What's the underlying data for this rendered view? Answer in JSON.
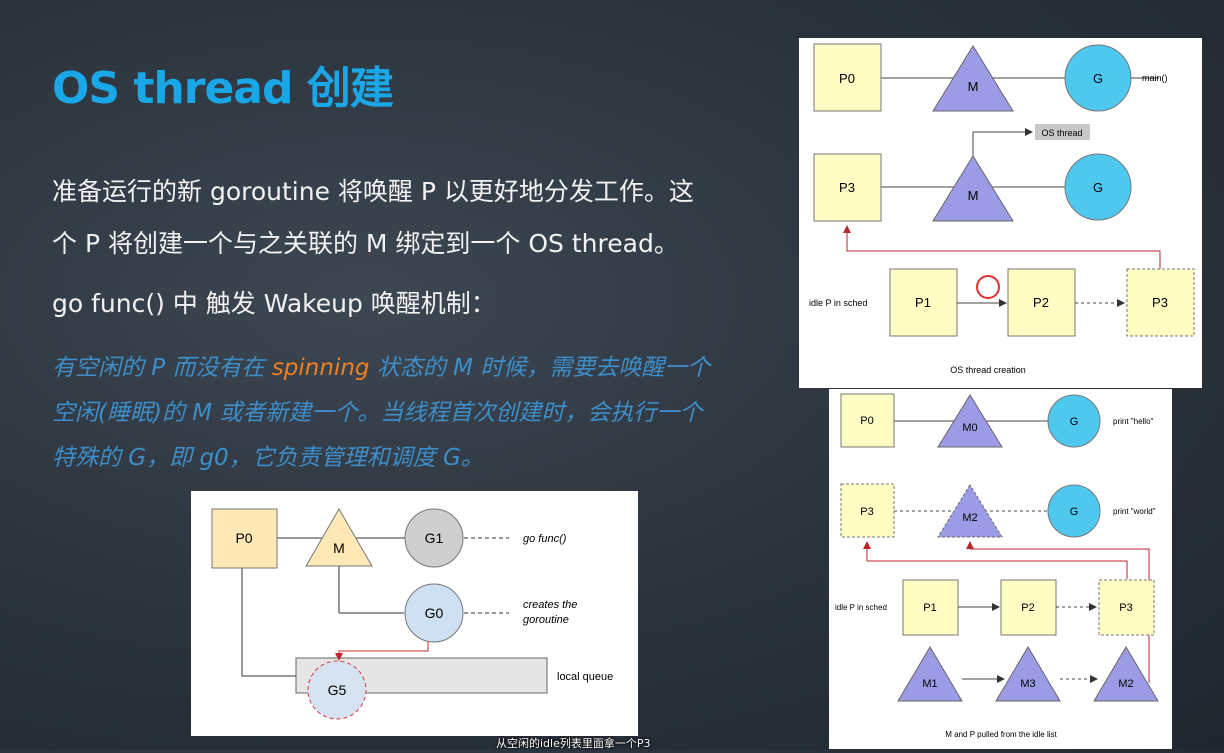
{
  "slide": {
    "title": "OS thread 创建",
    "line1": "准备运行的新 goroutine 将唤醒 P 以更好地分发工作。这",
    "line2": "个 P 将创建一个与之关联的 M 绑定到一个 OS thread。",
    "line3": "go func() 中 触发 Wakeup 唤醒机制：",
    "note_a": "有空闲的 P 而没有在 ",
    "note_spin": "spinning",
    "note_b": " 状态的 M 时候，需要去唤醒一个",
    "note_line2": "空闲(睡眠)的 M 或者新建一个。当线程首次创建时，会执行一个",
    "note_line3": "特殊的 G，即 g0，它负责管理和调度 G。",
    "subtitle": "从空闲的idle列表里面拿一个P3"
  },
  "colors": {
    "title": "#1aa7e8",
    "italic_note": "#3d8ec9",
    "spinning": "#f07f1f",
    "p_box": "#fffcc4",
    "m_tri": "#9c9ce6",
    "g_circle": "#4fc8f0",
    "red_line": "#b8262e"
  },
  "diagram_top_right": {
    "p0": "P0",
    "m": "M",
    "g": "G",
    "main": "main()",
    "os_thread": "OS thread",
    "p3": "P3",
    "m2": "M",
    "g2": "G",
    "idle": "idle P in sched",
    "p1": "P1",
    "p2": "P2",
    "p3b": "P3",
    "caption": "OS thread creation"
  },
  "diagram_bottom_right": {
    "p0": "P0",
    "m0": "M0",
    "g": "G",
    "hello": "print \"hello\"",
    "p3": "P3",
    "m2": "M2",
    "g2": "G",
    "world": "print \"world\"",
    "idle": "idle P in sched",
    "p1": "P1",
    "p2": "P2",
    "p3b": "P3",
    "m1": "M1",
    "m3": "M3",
    "m2b": "M2",
    "caption": "M and P pulled from the idle list"
  },
  "diagram_left": {
    "p0": "P0",
    "m": "M",
    "g1": "G1",
    "gofunc": "go func()",
    "g0": "G0",
    "creates1": "creates the",
    "creates2": "goroutine",
    "g5": "G5",
    "local_queue": "local queue"
  }
}
